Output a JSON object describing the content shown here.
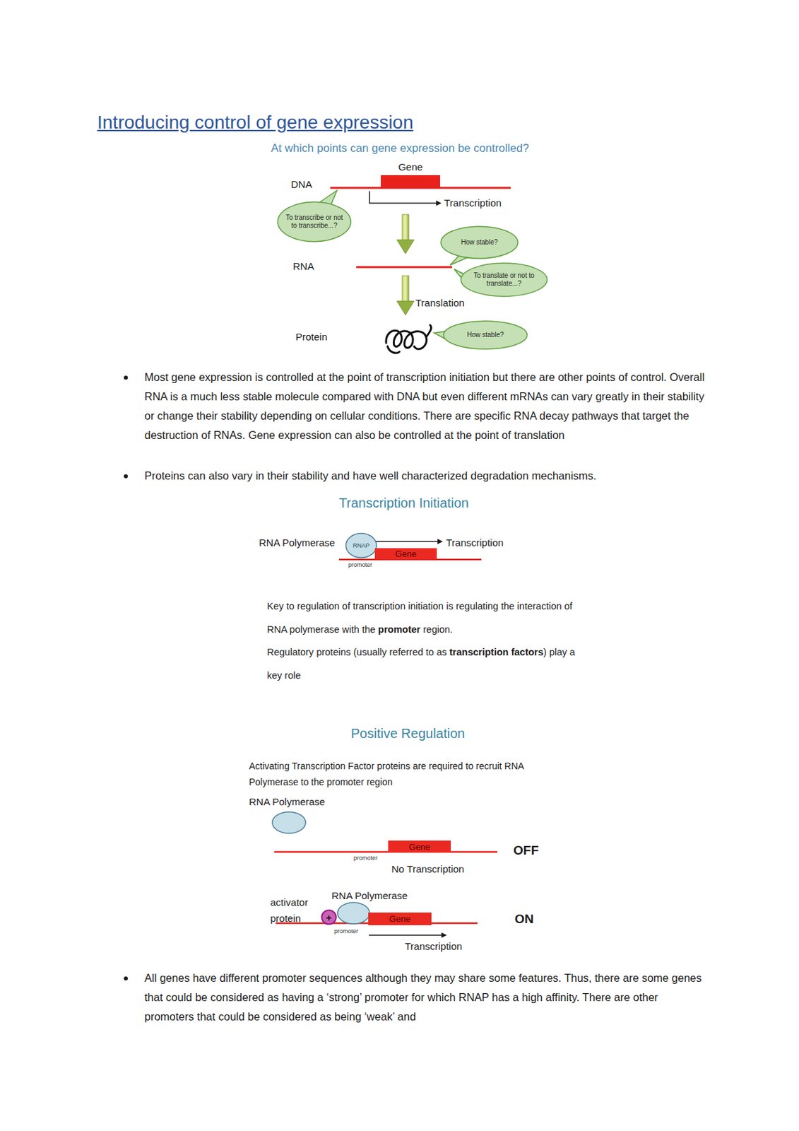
{
  "diagram": {
    "title": "Introducing control of gene expression",
    "nodes": [
      {
        "text": [
          "Gene"
        ]
      },
      {
        "text": [
          "To transcribe or not to transcribe...?"
        ]
      },
      {
        "text": [
          "How stable?"
        ]
      },
      {
        "text": [
          "To translate or not to translate...?"
        ]
      },
      {
        "text": [
          "How stable?"
        ]
      },
      {
        "text": [
          "RNAP"
        ]
      },
      {
        "text": [
          "Gene"
        ]
      },
      {
        "text": [
          "Gene"
        ]
      },
      {
        "text": [
          "+"
        ]
      },
      {
        "text": [
          "Gene"
        ]
      }
    ],
    "labels": [
      "At which points can gene expression be controlled?",
      "DNA",
      "Transcription",
      "RNA",
      "Translation",
      "Protein",
      "Most gene expression is controlled at the point of transcription initiation but there are other points of control. Overall RNA is a much less stable molecule compared with DNA but even different mRNAs can vary greatly in their stability or change their stability depending on cellular conditions. There are specific RNA decay pathways that target the destruction of RNAs. Gene expression can also be controlled at the point of translation",
      "Proteins can also vary in their stability and have well characterized degradation mechanisms.",
      "Transcription Initiation",
      "RNA Polymerase",
      "Transcription",
      "promoter",
      "Key to regulation of transcription initiation is regulating the interaction of RNA polymerase with the",
      "promoter",
      "region.",
      "Regulatory proteins (usually referred to as",
      "transcription factors",
      ") play a key role",
      "Positive Regulation",
      "Activating Transcription Factor proteins are required to recruit RNA Polymerase to the promoter region",
      "RNA Polymerase",
      "promoter",
      "No Transcription",
      "OFF",
      "activator protein",
      "RNA Polymerase",
      "promoter",
      "Transcription",
      "ON",
      "All genes have different promoter sequences although they may share some features. Thus, there are some genes that could be considered as having a ‘strong’ promoter for which RNAP has a high affinity. There are other promoters that could be considered as being ‘weak’ and"
    ]
  }
}
